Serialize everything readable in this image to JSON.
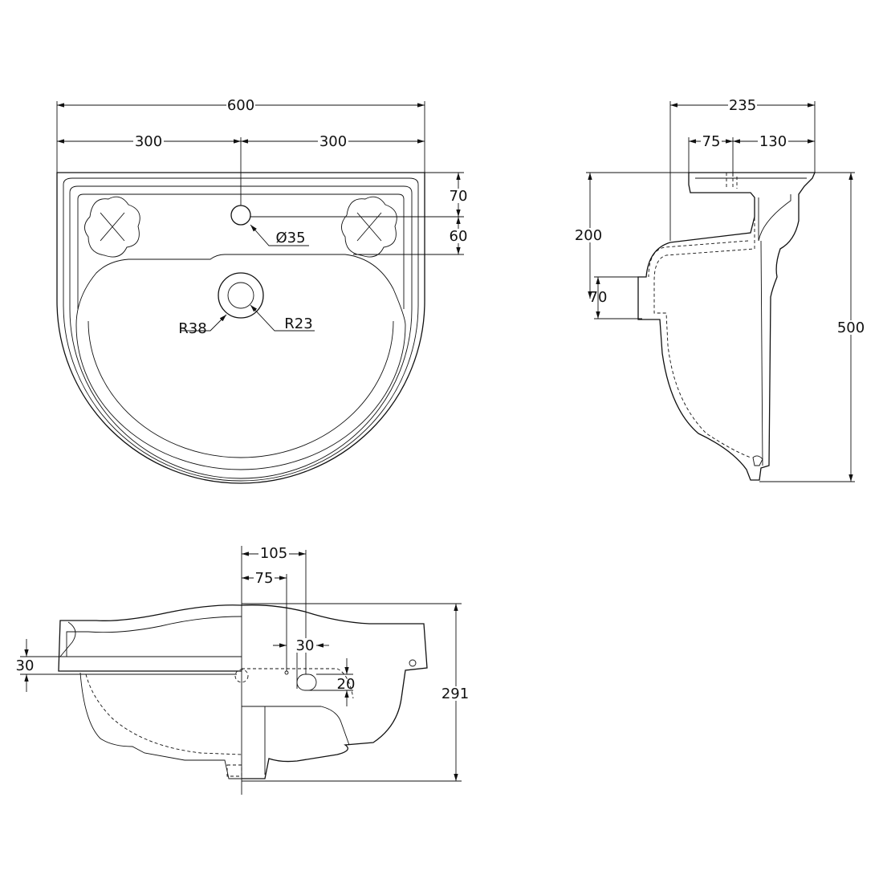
{
  "top_view": {
    "overall_width": "600",
    "half_left": "300",
    "half_right": "300",
    "tap_offset": "70",
    "deck_depth": "60",
    "tap_hole": "Ø35",
    "waste_outer": "R38",
    "waste_inner": "R23"
  },
  "side_view": {
    "overall_depth": "235",
    "tap_from_wall": "75",
    "front_projection": "130",
    "overflow_height": "200",
    "outlet_height": "70",
    "overall_height": "500"
  },
  "front_view": {
    "waste_offset_outer": "105",
    "waste_offset_inner": "75",
    "slot_width": "30",
    "slot_height": "20",
    "rim_thickness": "30",
    "overall_height": "291"
  }
}
